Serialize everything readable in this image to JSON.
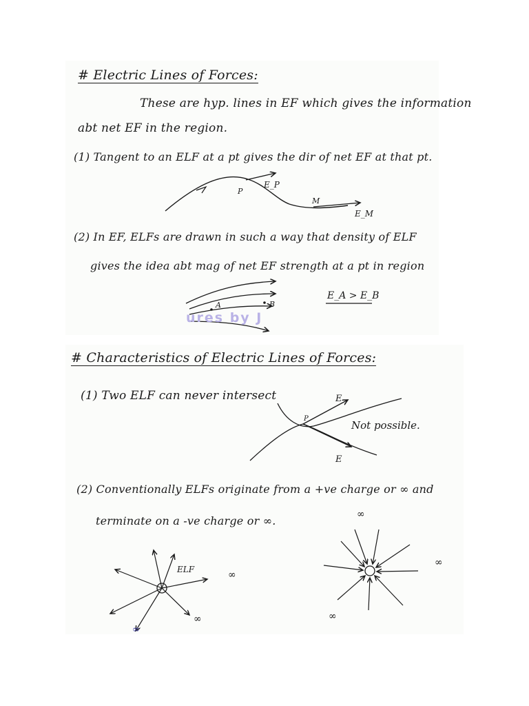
{
  "section1": {
    "heading": "# Electric Lines of Forces:",
    "intro_line1": "These are hyp. lines in EF which gives the information",
    "intro_line2": "abt net EF in the region.",
    "point1": "(1) Tangent to an ELF at a pt gives the dir of net EF at that pt.",
    "fig1_labels": {
      "p": "P",
      "ep": "E_P",
      "m": "M",
      "em": "E_M"
    },
    "point2_line1": "(2) In EF, ELFs are drawn in such a way that density of ELF",
    "point2_line2": "gives the idea abt mag of net EF strength at a pt in region",
    "fig2_labels": {
      "a": "A",
      "b": "B"
    },
    "relation": "E_A > E_B",
    "watermark": "ures by J"
  },
  "section2": {
    "heading": "# Characteristics of Electric Lines of Forces:",
    "point1": "(1) Two ELF can never intersect",
    "fig_labels": {
      "e1": "E",
      "p": "P",
      "e2": "E"
    },
    "not_possible": "Not possible.",
    "point2_line1": "(2) Conventionally ELFs originate from a +ve charge or ∞ and",
    "point2_line2": "terminate on a -ve charge or ∞.",
    "fig_positive": {
      "elf": "ELF",
      "inf_right": "∞",
      "inf_bottom": "∞",
      "inf_corner": "∞"
    },
    "fig_negative": {
      "inf_top": "∞",
      "inf_right": "∞",
      "inf_bottom": "∞"
    }
  }
}
